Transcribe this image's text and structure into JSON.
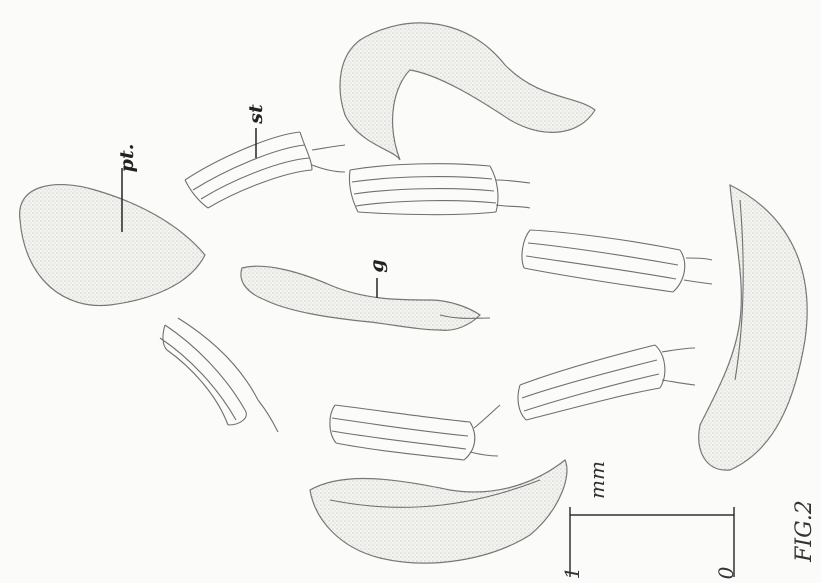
{
  "labels": {
    "petal": "pt.",
    "stamen": "st",
    "gynoecium": "g"
  },
  "scale": {
    "unit": "mm",
    "start": "0",
    "end": "1"
  },
  "figure": {
    "caption": "FIG.2"
  }
}
